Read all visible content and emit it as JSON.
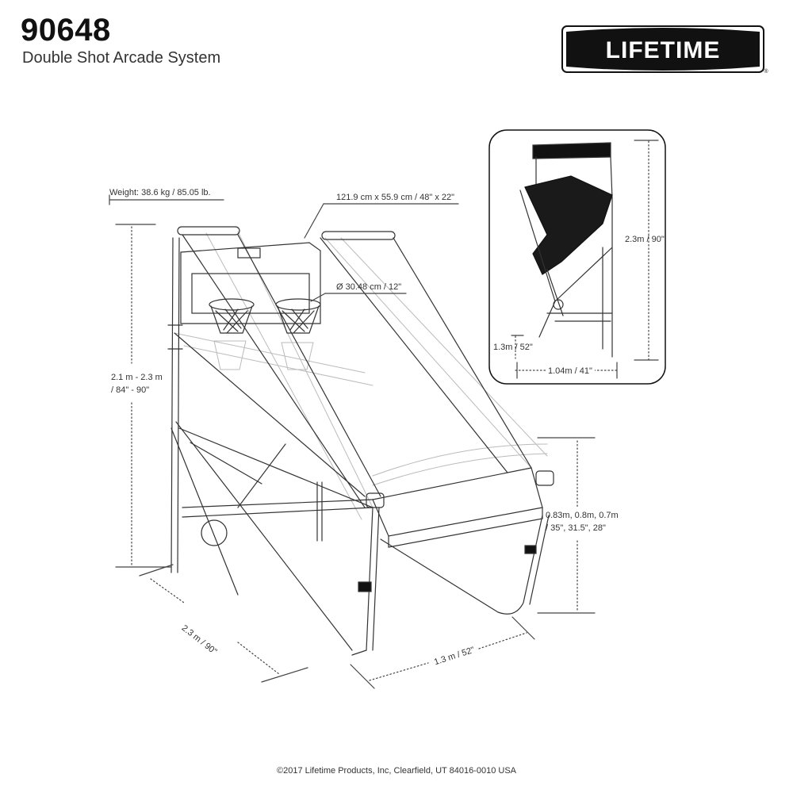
{
  "header": {
    "model_number": "90648",
    "product_name": "Double Shot Arcade System"
  },
  "brand": {
    "logo_text": "LIFETIME",
    "registered_mark": "®"
  },
  "dimensions": {
    "weight": "Weight: 38.6 kg / 85.05 lb.",
    "backboard": "121.9 cm x 55.9 cm / 48\"  x 22\"",
    "rim": "Ø 30.48 cm / 12\"",
    "height_line1": "2.1 m - 2.3 m",
    "height_line2": "/ 84\" - 90\"",
    "ramp_height_line1": "0.83m, 0.8m, 0.7m",
    "ramp_height_line2": "/ 35\", 31.5\", 28\"",
    "length": "2.3 m / 90\"",
    "width": "1.3 m / 52\""
  },
  "folded_inset": {
    "height": "2.3m / 90\"",
    "depth": "1.3m / 52\"",
    "footprint": "1.04m / 41\""
  },
  "footer": {
    "copyright": "©2017 Lifetime Products, Inc, Clearfield, UT 84016-0010 USA"
  }
}
